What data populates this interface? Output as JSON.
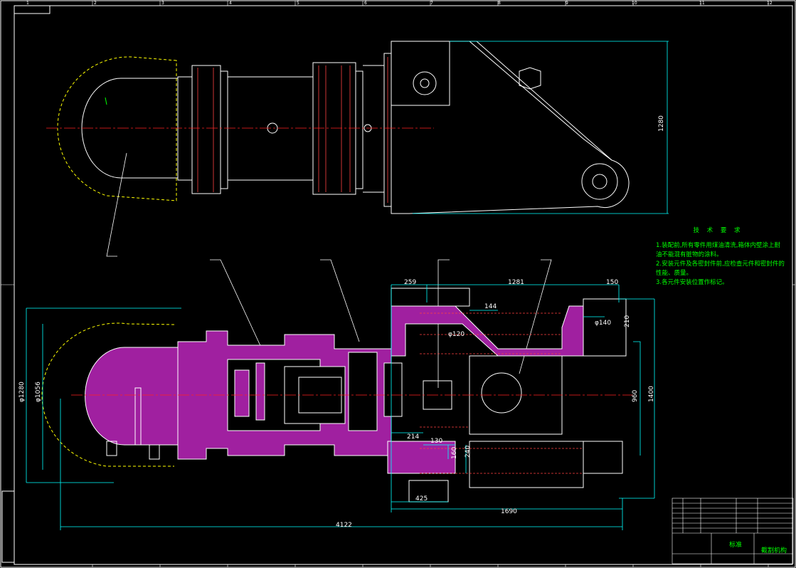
{
  "drawing": {
    "title": "截割机构",
    "material_label": "标准",
    "colors": {
      "background": "#000000",
      "frame": "#ffffff",
      "dimension": "#00ffff",
      "section_fill": "#a020a0",
      "centerline": "#ff2020",
      "hidden": "#ffff00",
      "notes": "#00ff00"
    }
  },
  "zones_top": [
    "1",
    "2",
    "3",
    "4",
    "5",
    "6",
    "7",
    "8",
    "9",
    "10",
    "11",
    "12"
  ],
  "tech_requirements": {
    "title": "技 术 要 求",
    "items": [
      "1.装配前,所有零件用煤油清洗,箱体内壁涂上耐",
      "  油不能混有脏物的涂料。",
      "2.安装元件及各密封件前,应检查元件和密封件的",
      "  性能、质量。",
      "3.各元件安装位置作标记。"
    ]
  },
  "dimensions": {
    "d1280": "φ1280",
    "d1056": "φ1056",
    "d259": "259",
    "d1281": "1281",
    "d150": "150",
    "d144": "144",
    "d140": "φ140",
    "d210": "210",
    "d120": "φ120",
    "d960": "960",
    "d1400": "1400",
    "d214": "214",
    "d130": "130",
    "d160": "160",
    "d240": "240",
    "d425": "425",
    "d1690": "1690",
    "d4122": "4122",
    "d1280_top": "1280"
  }
}
